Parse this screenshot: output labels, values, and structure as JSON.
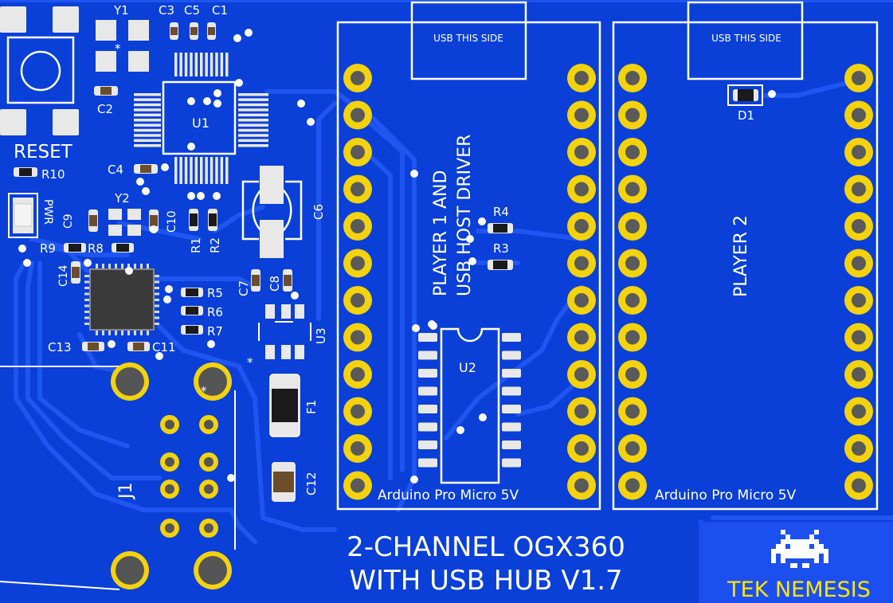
{
  "board": {
    "title_line1": "2-CHANNEL OGX360",
    "title_line2": "WITH USB HUB V1.7",
    "brand": "TEK NEMESIS",
    "colors": {
      "board": "#0a3fd8",
      "trace": "#1f55f0",
      "silk": "#ffffff",
      "pad": "#f3d20e",
      "brand": "#ffe600",
      "chip": "#3a3a3a"
    }
  },
  "silkscreen": {
    "reset": "RESET",
    "pwr": "PWR",
    "y1": "Y1",
    "y2": "Y2",
    "c1": "C1",
    "c2": "C2",
    "c3": "C3",
    "c4": "C4",
    "c5": "C5",
    "c6": "C6",
    "c7": "C7",
    "c8": "C8",
    "c9": "C9",
    "c10": "C10",
    "c11": "C11",
    "c12": "C12",
    "c13": "C13",
    "c14": "C14",
    "r1": "R1",
    "r2": "R2",
    "r3": "R3",
    "r4": "R4",
    "r5": "R5",
    "r6": "R6",
    "r7": "R7",
    "r8": "R8",
    "r9": "R9",
    "r10": "R10",
    "u1": "U1",
    "u2": "U2",
    "u3": "U3",
    "f1": "F1",
    "j1": "J1",
    "d1": "D1",
    "usb_side_1": "USB THIS SIDE",
    "usb_side_2": "USB THIS SIDE",
    "player1_line1": "PLAYER 1 AND",
    "player1_line2": "USB HOST DRIVER",
    "player2": "PLAYER 2",
    "arduino_1": "Arduino Pro Micro 5V",
    "arduino_2": "Arduino Pro Micro 5V",
    "star": "*"
  },
  "icons": {
    "logo": "space-invader-icon",
    "reset_button": "tactile-switch-icon"
  }
}
